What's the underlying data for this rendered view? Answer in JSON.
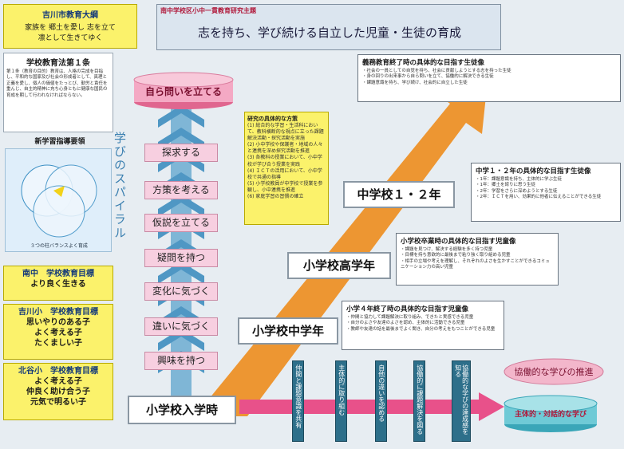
{
  "outline": {
    "title": "吉川市教育大綱",
    "lines": [
      "家族を 郷土を愛し 志を立て",
      "凛として生きてゆく"
    ]
  },
  "research": {
    "label": "南中学校区小中一貫教育研究主題",
    "theme": "志を持ち、学び続ける自立した児童・生徒の育成"
  },
  "law": {
    "title": "学校教育法第１条",
    "body": "第１条（教育の目的）教育は、人格の完成を目指し、平和的な国家及び社会の形成者として、真理と正義を愛し、個人の価値をたっとび、勤労と責任を重んじ、自主的精神に充ち心身ともに健康な国民の育成を期して行われなければならない。"
  },
  "guideline": {
    "title": "新学習指導要領",
    "caption": "３つの柱バランスよく育成"
  },
  "school_goals": [
    {
      "title": "南中　学校教育目標",
      "lines": [
        "より良く生きる"
      ]
    },
    {
      "title": "吉川小　学校教育目標",
      "lines": [
        "思いやりのある子",
        "よく考える子",
        "たくましい子"
      ]
    },
    {
      "title": "北谷小　学校教育目標",
      "lines": [
        "よく考える子",
        "仲良く助け合う子",
        "元気で明るい子"
      ]
    }
  ],
  "spiral": {
    "label": "学びのスパイラル",
    "top": "自ら問いを立てる",
    "steps": [
      "探求する",
      "方策を考える",
      "仮説を立てる",
      "疑問を持つ",
      "変化に気づく",
      "違いに気づく",
      "興味を持つ"
    ]
  },
  "policy": {
    "title": "研究の具体的な方策",
    "items": [
      "(1) 総合的な学習・生活科において、教科横断的な視点に立った課題解決活動・探究活動を実施",
      "(2) 小中学校や保護者・地域の人々と連携を深め探究活動を推進",
      "(3) 各教科の授業において、小中学校が学び合う授業を実践",
      "(4) ＩＣＴの活用において、小中学校で共通の指導",
      "(5) 小学校教員が中学校で授業を参観し、小中連携を推進",
      "(6) 家庭学習の習慣の確立"
    ]
  },
  "stages": [
    "小学校入学時",
    "小学校中学年",
    "小学校高学年",
    "中学校１・２年"
  ],
  "final_goal": {
    "title": "義務教育終了時の具体的な目指す生徒像",
    "items": [
      "・社会の一員としての自覚を持ち、社会に貢献しようとする志を持った生徒",
      "・身の回りの出来事から自ら問いを立て、協働的に解決できる生徒",
      "・課題意識を持ち、学び続け、社会的に自立した生徒"
    ]
  },
  "jh_goal": {
    "title": "中学１・２年の具体的な目指す生徒像",
    "items": [
      "・1年：課題意識を持ち、主体的に学ぶ生徒",
      "・1年：郷土を誇りに思う生徒",
      "・2年：学習をさらに深めようとする生徒",
      "・2年：ＩＣＴを用い、効果的に他者に伝えることができる生徒"
    ]
  },
  "elem_grad_goal": {
    "title": "小学校卒業時の具体的な目指す児童像",
    "items": [
      "・課題を見つけ、解決する経験を多く持つ児童",
      "・目標を持ち意欲的に最後まで粘り強く取り組める児童",
      "・相手の立場や考えを理解し、それぞれのよさを生かすことができるコミュニケーション力の高い児童"
    ]
  },
  "elem4_goal": {
    "title": "小学４年終了時の具体的な目指す児童像",
    "items": [
      "・仲間と協力して課題解決に取り組み、できたと実感できる児童",
      "・自分のよさや友達のよさを認め、主体的に活動できる児童",
      "・教師や友達の話を最後までよく聞き、自分の考えをもつことができる児童"
    ]
  },
  "process": [
    "仲間と課題意識を共有",
    "主体的に取り組む",
    "自他の違いを認める",
    "協働的に課題解決を図る",
    "協働的な学びの達成感を知る"
  ],
  "promotion": "協働的な学びの推進",
  "dialogic": "主体的・対話的な学び"
}
